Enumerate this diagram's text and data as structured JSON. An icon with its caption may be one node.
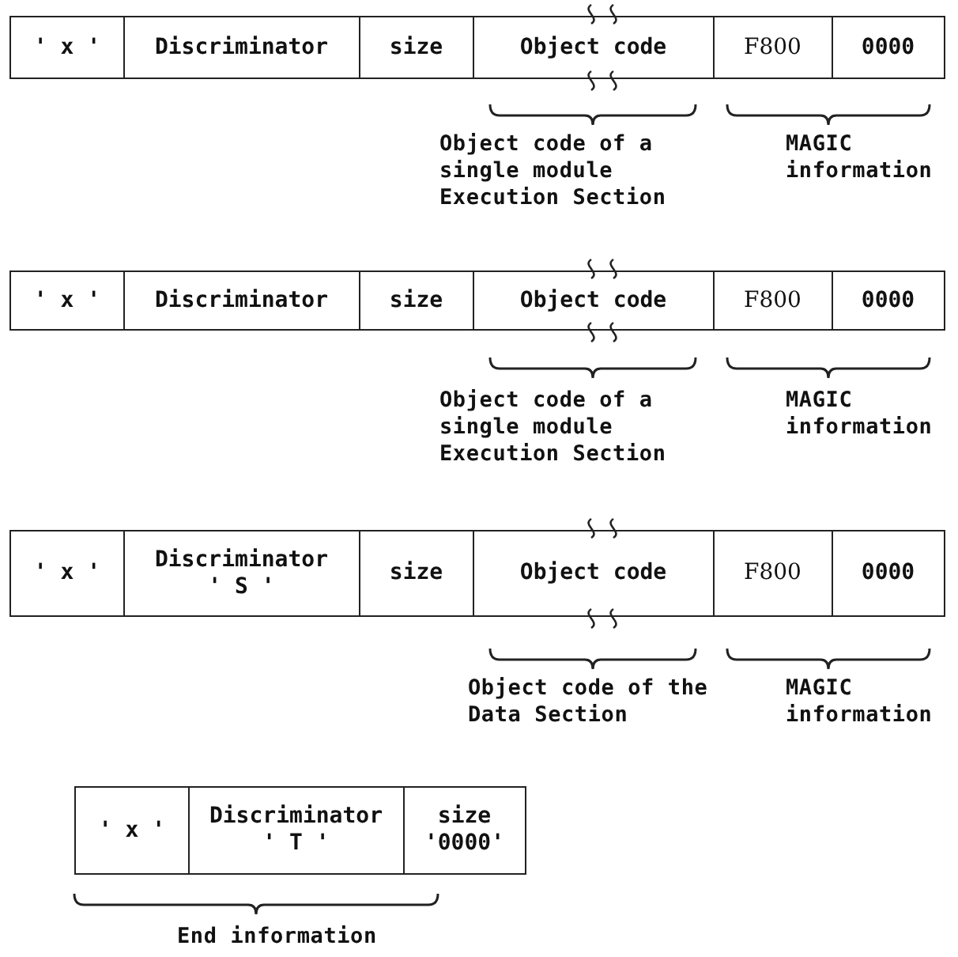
{
  "diagram": {
    "nodes": [
      {
        "text": [
          "' x '"
        ]
      },
      {
        "text": [
          "Discriminator"
        ]
      },
      {
        "text": [
          "size"
        ]
      },
      {
        "text": [
          "Object code"
        ]
      },
      {
        "text": [
          "F800"
        ]
      },
      {
        "text": [
          "0000"
        ]
      },
      {
        "text": [
          "' x '"
        ]
      },
      {
        "text": [
          "Discriminator"
        ]
      },
      {
        "text": [
          "size"
        ]
      },
      {
        "text": [
          "Object code"
        ]
      },
      {
        "text": [
          "F800"
        ]
      },
      {
        "text": [
          "0000"
        ]
      },
      {
        "text": [
          "' x '"
        ]
      },
      {
        "text": [
          "Discriminator",
          "' S '"
        ]
      },
      {
        "text": [
          "size"
        ]
      },
      {
        "text": [
          "Object code"
        ]
      },
      {
        "text": [
          "F800"
        ]
      },
      {
        "text": [
          "0000"
        ]
      },
      {
        "text": [
          "' x '"
        ]
      },
      {
        "text": [
          "Discriminator",
          "' T '"
        ]
      },
      {
        "text": [
          "size",
          "'0000'"
        ]
      }
    ],
    "labels": [
      "Object code of a single module Execution Section",
      "MAGIC information",
      "Object code of a single module Execution Section",
      "MAGIC information",
      "Object code of the Data Section",
      "MAGIC information",
      "End information"
    ]
  }
}
